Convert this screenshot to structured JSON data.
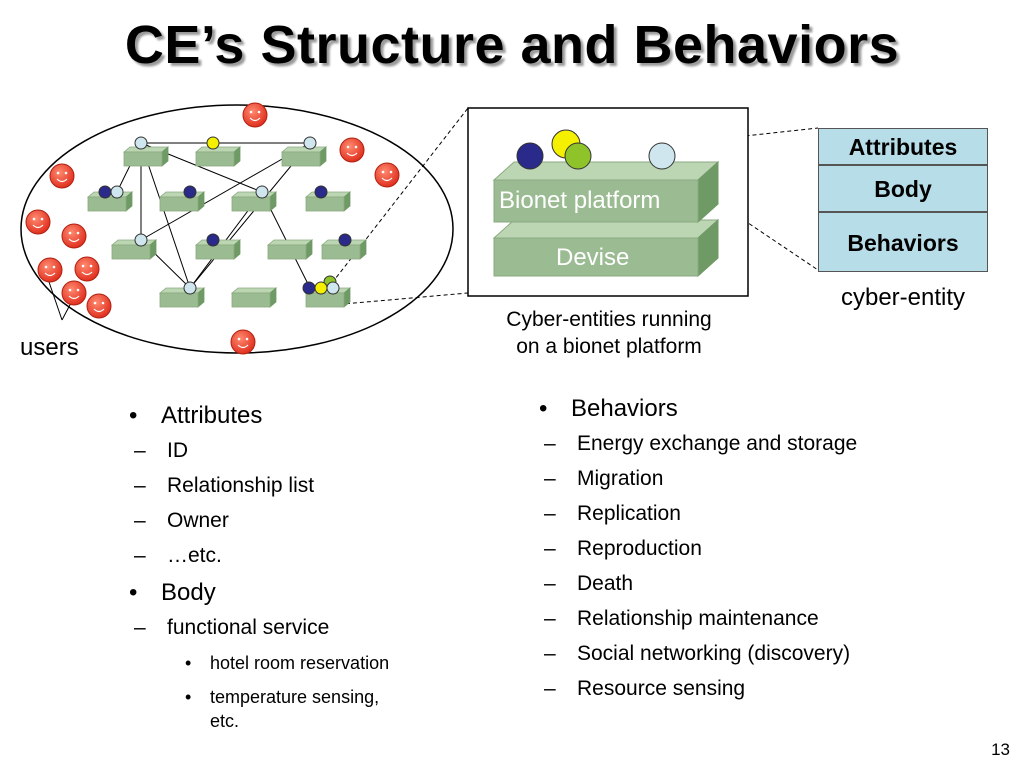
{
  "slide": {
    "title": "CE’s Structure and Behaviors",
    "page_number": "13"
  },
  "diagram": {
    "users_label": "users",
    "platform": {
      "bionet_label": "Bionet platform",
      "device_label": "Devise",
      "caption_line1": "Cyber-entities running",
      "caption_line2": "on a bionet platform"
    },
    "cyber_entity": {
      "attributes_label": "Attributes",
      "body_label": "Body",
      "behaviors_label": "Behaviors",
      "caption": "cyber-entity"
    },
    "colors": {
      "platform_green": "#9bbb92",
      "entity_box": "#b7dde8",
      "user_red": "#e8382a",
      "node_navy": "#2a2a8a",
      "node_yellow": "#f5f000",
      "node_green": "#8fc32a",
      "node_light_blue": "#cfe6ee"
    }
  },
  "left_list": {
    "attributes": {
      "label": "Attributes",
      "items": [
        "ID",
        "Relationship list",
        "Owner",
        "…etc."
      ]
    },
    "body": {
      "label": "Body",
      "sub_label": "functional service",
      "items": [
        "hotel room reservation",
        "temperature sensing,",
        "etc."
      ]
    }
  },
  "right_list": {
    "behaviors": {
      "label": "Behaviors",
      "items": [
        "Energy exchange and storage",
        "Migration",
        "Replication",
        "Reproduction",
        "Death",
        "Relationship maintenance",
        "Social networking (discovery)",
        "Resource sensing"
      ]
    }
  }
}
